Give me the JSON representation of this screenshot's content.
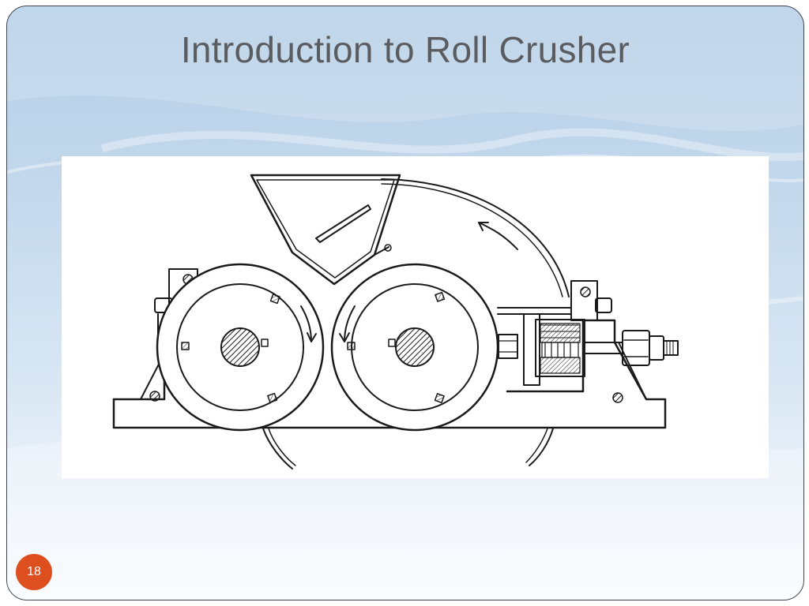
{
  "slide": {
    "title": "Introduction to Roll Crusher",
    "slide_number": "18"
  },
  "figure": {
    "subject": "roll-crusher-line-drawing",
    "rotation_arrows": [
      "counter-clockwise-top",
      "clockwise-left-roll",
      "counter-clockwise-right-roll"
    ]
  },
  "colors": {
    "background_top": "#b3cde6",
    "background_bottom": "#f8fbfe",
    "title_text": "#5a5c60",
    "slide_number_badge": "#dd4f1f",
    "figure_background": "#ffffff",
    "line_art": "#1a1a1a"
  }
}
